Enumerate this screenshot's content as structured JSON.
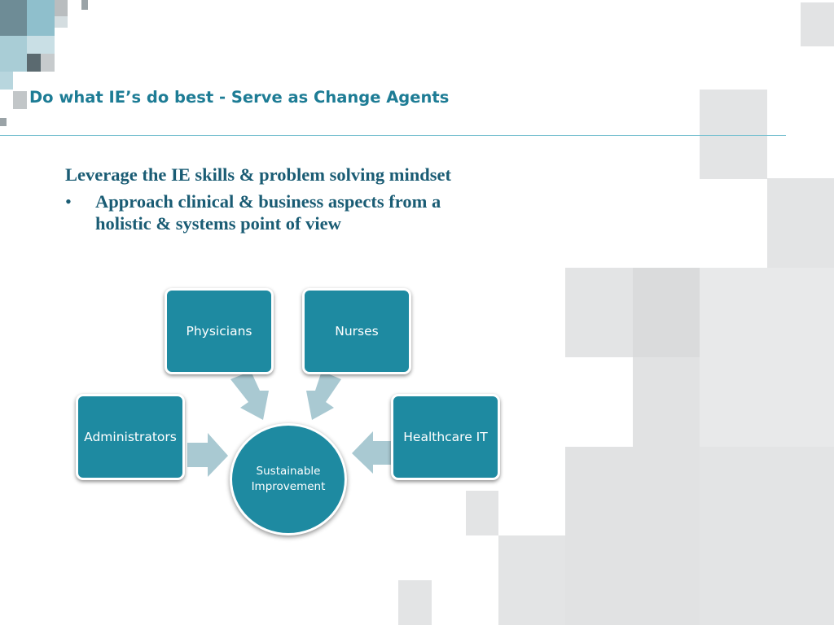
{
  "slide": {
    "title": "Do what IE’s do best - Serve as Change Agents",
    "intro": "Leverage the IE skills & problem solving mindset",
    "bullet_marker": "•",
    "bullet": "Approach clinical & business aspects from a holistic & systems point of view"
  },
  "diagram": {
    "center": "Sustainable Improvement",
    "nodes": [
      "Physicians",
      "Nurses",
      "Administrators",
      "Healthcare IT"
    ]
  },
  "colors": {
    "title": "#1d7c95",
    "body_text": "#1a5c74",
    "node_fill": "#1e8aa1",
    "arrow_fill": "#a9c9d2",
    "rule": "#7ec3d2"
  }
}
